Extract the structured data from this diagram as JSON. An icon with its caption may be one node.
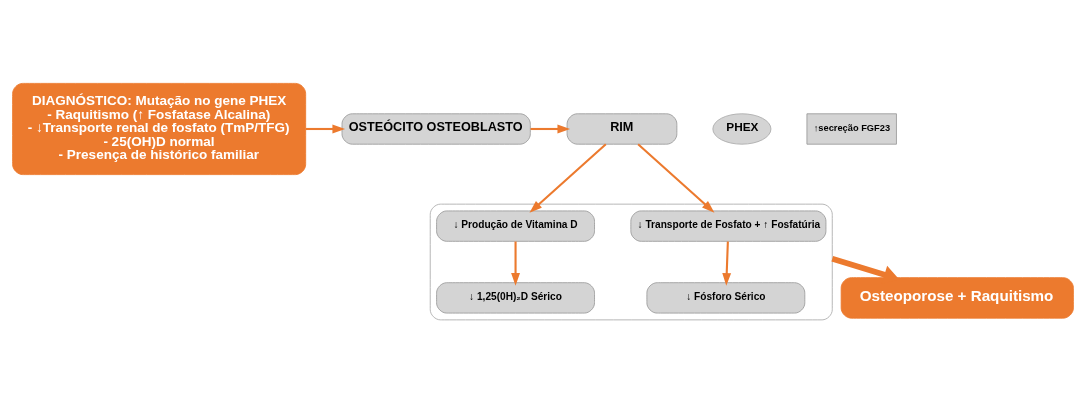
{
  "diagram": {
    "nodes": [
      {
        "text": [
          "DIAGNÓSTICO: Mutação no gene PHEX",
          "- Raquitismo (↑ Fosfatase Alcalina)",
          "- ↓Transporte renal de fosfato (TmP/TFG)",
          "- 25(OH)D normal",
          "- Presença de histórico familiar"
        ]
      },
      {
        "text": [
          "PHEX"
        ]
      },
      {
        "text": [
          "OSTEÓCITO OSTEOBLASTO"
        ]
      },
      {
        "text": [
          "↑secreção FGF23"
        ]
      },
      {
        "text": [
          "RIM"
        ]
      },
      {
        "text": [],
        "shape": "box"
      },
      {
        "text": [
          "↓ Transporte de Fosfato + ↑ Fosfatúria"
        ],
        "in": 5
      },
      {
        "text": [
          "↓ Produção de Vitamina D"
        ],
        "in": 5
      },
      {
        "text": [
          "↓ Fósforo Sérico"
        ],
        "in": 5
      },
      {
        "text": [
          "↓ 1,25(0H)₂D Sérico"
        ],
        "in": 5
      },
      {
        "text": [
          "Osteoporose + Raquitismo"
        ]
      }
    ],
    "edges": [
      {
        "from": 0,
        "to": 2,
        "arrow": "to"
      },
      {
        "from": 2,
        "to": 4,
        "arrow": "to"
      },
      {
        "from": 4,
        "to": 6,
        "arrow": "to"
      },
      {
        "from": 4,
        "to": 7,
        "arrow": "to"
      },
      {
        "from": 6,
        "to": 8,
        "arrow": "to"
      },
      {
        "from": 7,
        "to": 9,
        "arrow": "to"
      },
      {
        "from": 5,
        "to": 10,
        "arrow": "to",
        "style": "thick"
      }
    ]
  }
}
